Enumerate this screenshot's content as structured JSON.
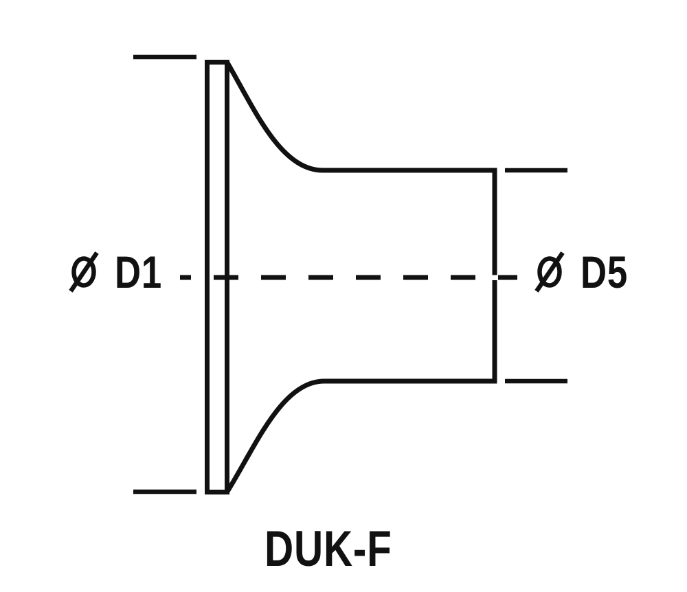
{
  "colors": {
    "ink": "#111111",
    "background": "#ffffff"
  },
  "labels": {
    "left_diameter": {
      "symbol": "Ø",
      "text": "D1"
    },
    "right_diameter": {
      "symbol": "Ø",
      "text": "D5"
    },
    "caption": "DUK-F"
  }
}
